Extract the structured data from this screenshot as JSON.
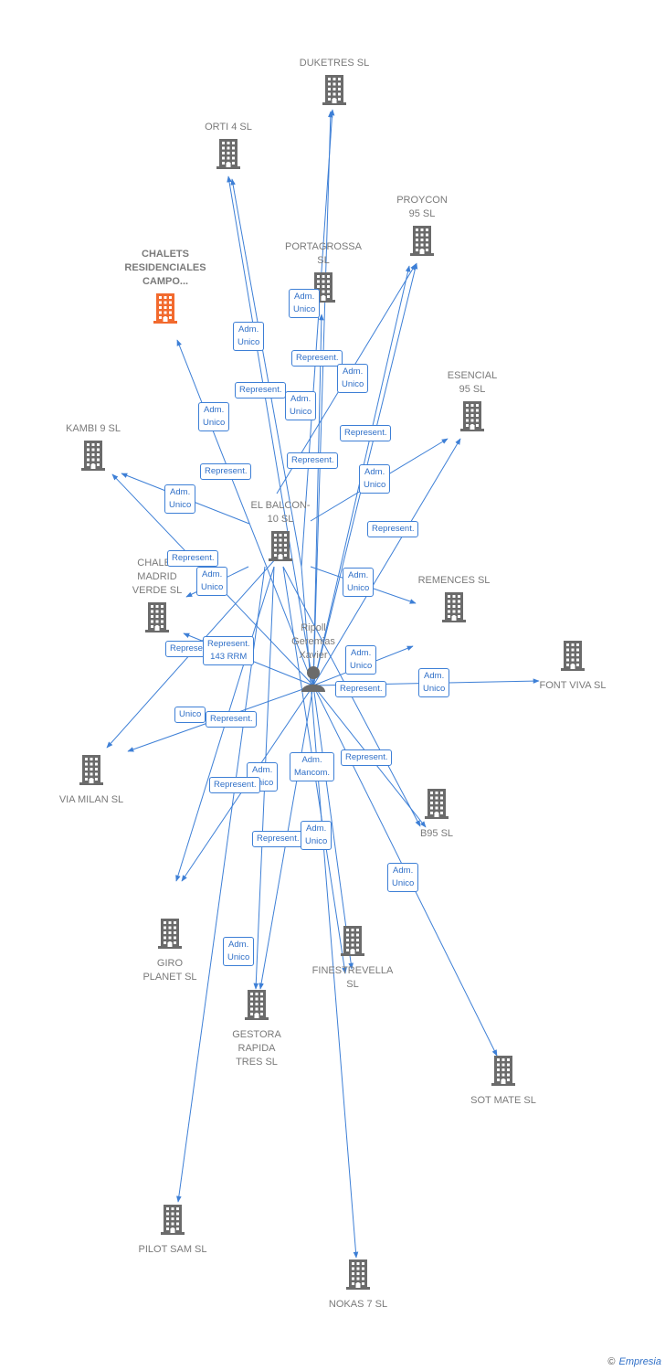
{
  "colors": {
    "edge": "#3d7fd6",
    "building": "#6b6b6b",
    "highlight": "#f26a2e",
    "person": "#6b6b6b"
  },
  "center": {
    "label": "Ripoll\nGeremias\nXavier",
    "icon": "person-icon"
  },
  "companies": [
    {
      "id": "duketres",
      "label": "DUKETRES SL"
    },
    {
      "id": "orti4",
      "label": "ORTI 4  SL"
    },
    {
      "id": "proycon",
      "label": "PROYCON\n95  SL"
    },
    {
      "id": "portagrossa",
      "label": "PORTAGROSSA\nSL"
    },
    {
      "id": "chalets",
      "label": "CHALETS\nRESIDENCIALES\nCAMPO...",
      "highlight": true
    },
    {
      "id": "esencial",
      "label": "ESENCIAL\n95 SL"
    },
    {
      "id": "kambi",
      "label": "KAMBI 9 SL"
    },
    {
      "id": "elbalcon",
      "label": "EL BALCON-\n10  SL"
    },
    {
      "id": "chaletmadrid",
      "label": "CHALET\nMADRID\nVERDE  SL"
    },
    {
      "id": "remences",
      "label": "REMENCES  SL"
    },
    {
      "id": "fontviva",
      "label": "FONT VIVA SL"
    },
    {
      "id": "viamilan",
      "label": "VIA MILAN  SL"
    },
    {
      "id": "b95",
      "label": "B95  SL"
    },
    {
      "id": "giro",
      "label": "GIRO\nPLANET SL"
    },
    {
      "id": "finestrevella",
      "label": "FINESTREVELLA\nSL"
    },
    {
      "id": "gestora",
      "label": "GESTORA\nRAPIDA\nTRES  SL"
    },
    {
      "id": "sotmate",
      "label": "SOT MATE SL"
    },
    {
      "id": "pilotsam",
      "label": "PILOT SAM SL"
    },
    {
      "id": "nokas",
      "label": "NOKAS 7  SL"
    }
  ],
  "relations": [
    "Adm.\nUnico",
    "Adm.\nUnico",
    "Represent.",
    "Adm.\nUnico",
    "Represent.",
    "Adm.\nUnico",
    "Adm.\nUnico",
    "Represent.",
    "Represent.",
    "Represent.",
    "Adm.\nUnico",
    "Adm.\nUnico",
    "Represent.",
    "Represent.",
    "Adm.\nUnico",
    "Adm.\nUnico",
    "Represent.",
    "Represent.\n143 RRM",
    "Adm.\nUnico",
    "Adm.\nUnico",
    "Represent.",
    "Unico",
    "Represent.",
    "Adm.\nUnico",
    "Adm.\nMancom.",
    "Represent.",
    "Represent.",
    "Represent.",
    "Adm.\nUnico",
    "Adm.\nUnico",
    "Adm.\nUnico"
  ],
  "footer": {
    "copyright": "©",
    "brand": "Empresia"
  }
}
